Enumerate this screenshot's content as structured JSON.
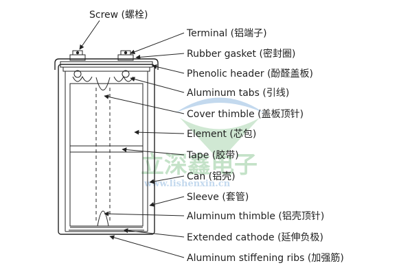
{
  "labels": [
    {
      "key": "screw",
      "text": "Screw (螺栓)"
    },
    {
      "key": "terminal",
      "text": "Terminal (铝端子)"
    },
    {
      "key": "rubber_gasket",
      "text": "Rubber gasket (密封圈)"
    },
    {
      "key": "phenolic_header",
      "text": "Phenolic header (酚醛盖板)"
    },
    {
      "key": "aluminum_tabs",
      "text": "Aluminum tabs (引线)"
    },
    {
      "key": "cover_thimble",
      "text": "Cover thimble (盖板顶针)"
    },
    {
      "key": "element",
      "text": "Element (芯包)"
    },
    {
      "key": "tape",
      "text": "Tape (胶带)"
    },
    {
      "key": "can",
      "text": "Can (铝壳)"
    },
    {
      "key": "sleeve",
      "text": "Sleeve (套管)"
    },
    {
      "key": "aluminum_thimble",
      "text": "Aluminum thimble (铝壳顶针)"
    },
    {
      "key": "extended_cathode",
      "text": "Extended cathode (延伸负极)"
    },
    {
      "key": "stiffening_ribs",
      "text": "Aluminum stiffening ribs (加强筋)"
    }
  ],
  "watermark": {
    "name": "立深鑫电子",
    "url": "www.lishenxin.cn",
    "color_green": "#2f9a3c",
    "color_blue": "#2a78c6"
  },
  "colors": {
    "line": "#222222",
    "text": "#1f1f1f"
  }
}
